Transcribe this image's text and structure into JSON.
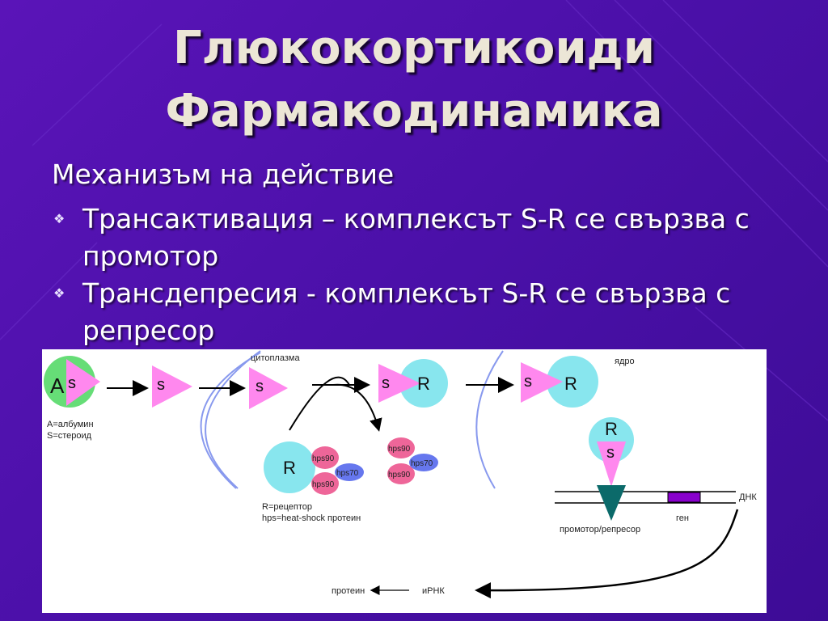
{
  "title": {
    "line1": "Глюкокортикоиди",
    "line2": "Фармакодинамика"
  },
  "subtitle": "Механизъм на действие",
  "bullets": [
    {
      "marker": "❖",
      "text": "Трансактивация – комплексът S-R се свързва с промотор"
    },
    {
      "marker": "❖",
      "text": "Трансдепресия - комплексът S-R се свързва с репресор"
    }
  ],
  "diagram": {
    "labels": {
      "cytoplasm": "цитоплазма",
      "nucleus": "ядро",
      "legend_albumin": "A=албумин",
      "legend_steroid": "S=стероид",
      "legend_receptor": "R=рецептор",
      "legend_hps": "hps=heat-shock протеин",
      "dna": "ДНК",
      "gene": "ген",
      "promoter": "промотор/репресор",
      "mrna": "иРНК",
      "protein": "протеин"
    },
    "nodes": {
      "A": "A",
      "S": "s",
      "R": "R",
      "hps90": "hps90",
      "hps70": "hps70"
    },
    "colors": {
      "background": "#4a10a8",
      "albumin": "#66dd77",
      "steroid": "#ff88ee",
      "receptor": "#88e6ee",
      "hps90": "#ee6699",
      "hps70": "#6677ee",
      "membrane": "#8899ee",
      "gene": "#8800cc",
      "promoter": "#0b6a6a"
    }
  }
}
